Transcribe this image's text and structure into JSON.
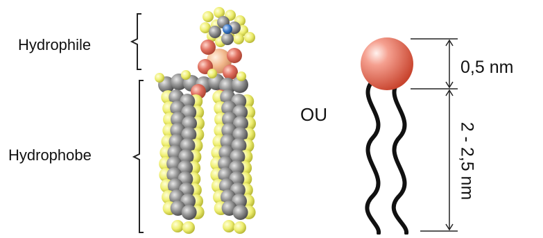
{
  "labels": {
    "hydrophile": "Hydrophile",
    "hydrophobe": "Hydrophobe",
    "or": "OU",
    "head_size": "0,5 nm",
    "tail_length": "2 - 2,5 nm"
  },
  "colors": {
    "carbon": "#8f8f8f",
    "hydrogen": "#eded6e",
    "oxygen": "#e0705f",
    "phosphorus": "#f0b890",
    "nitrogen": "#3a78c8",
    "head_sphere": "#e36b55",
    "tail_line": "#111111",
    "bracket": "#222222"
  }
}
